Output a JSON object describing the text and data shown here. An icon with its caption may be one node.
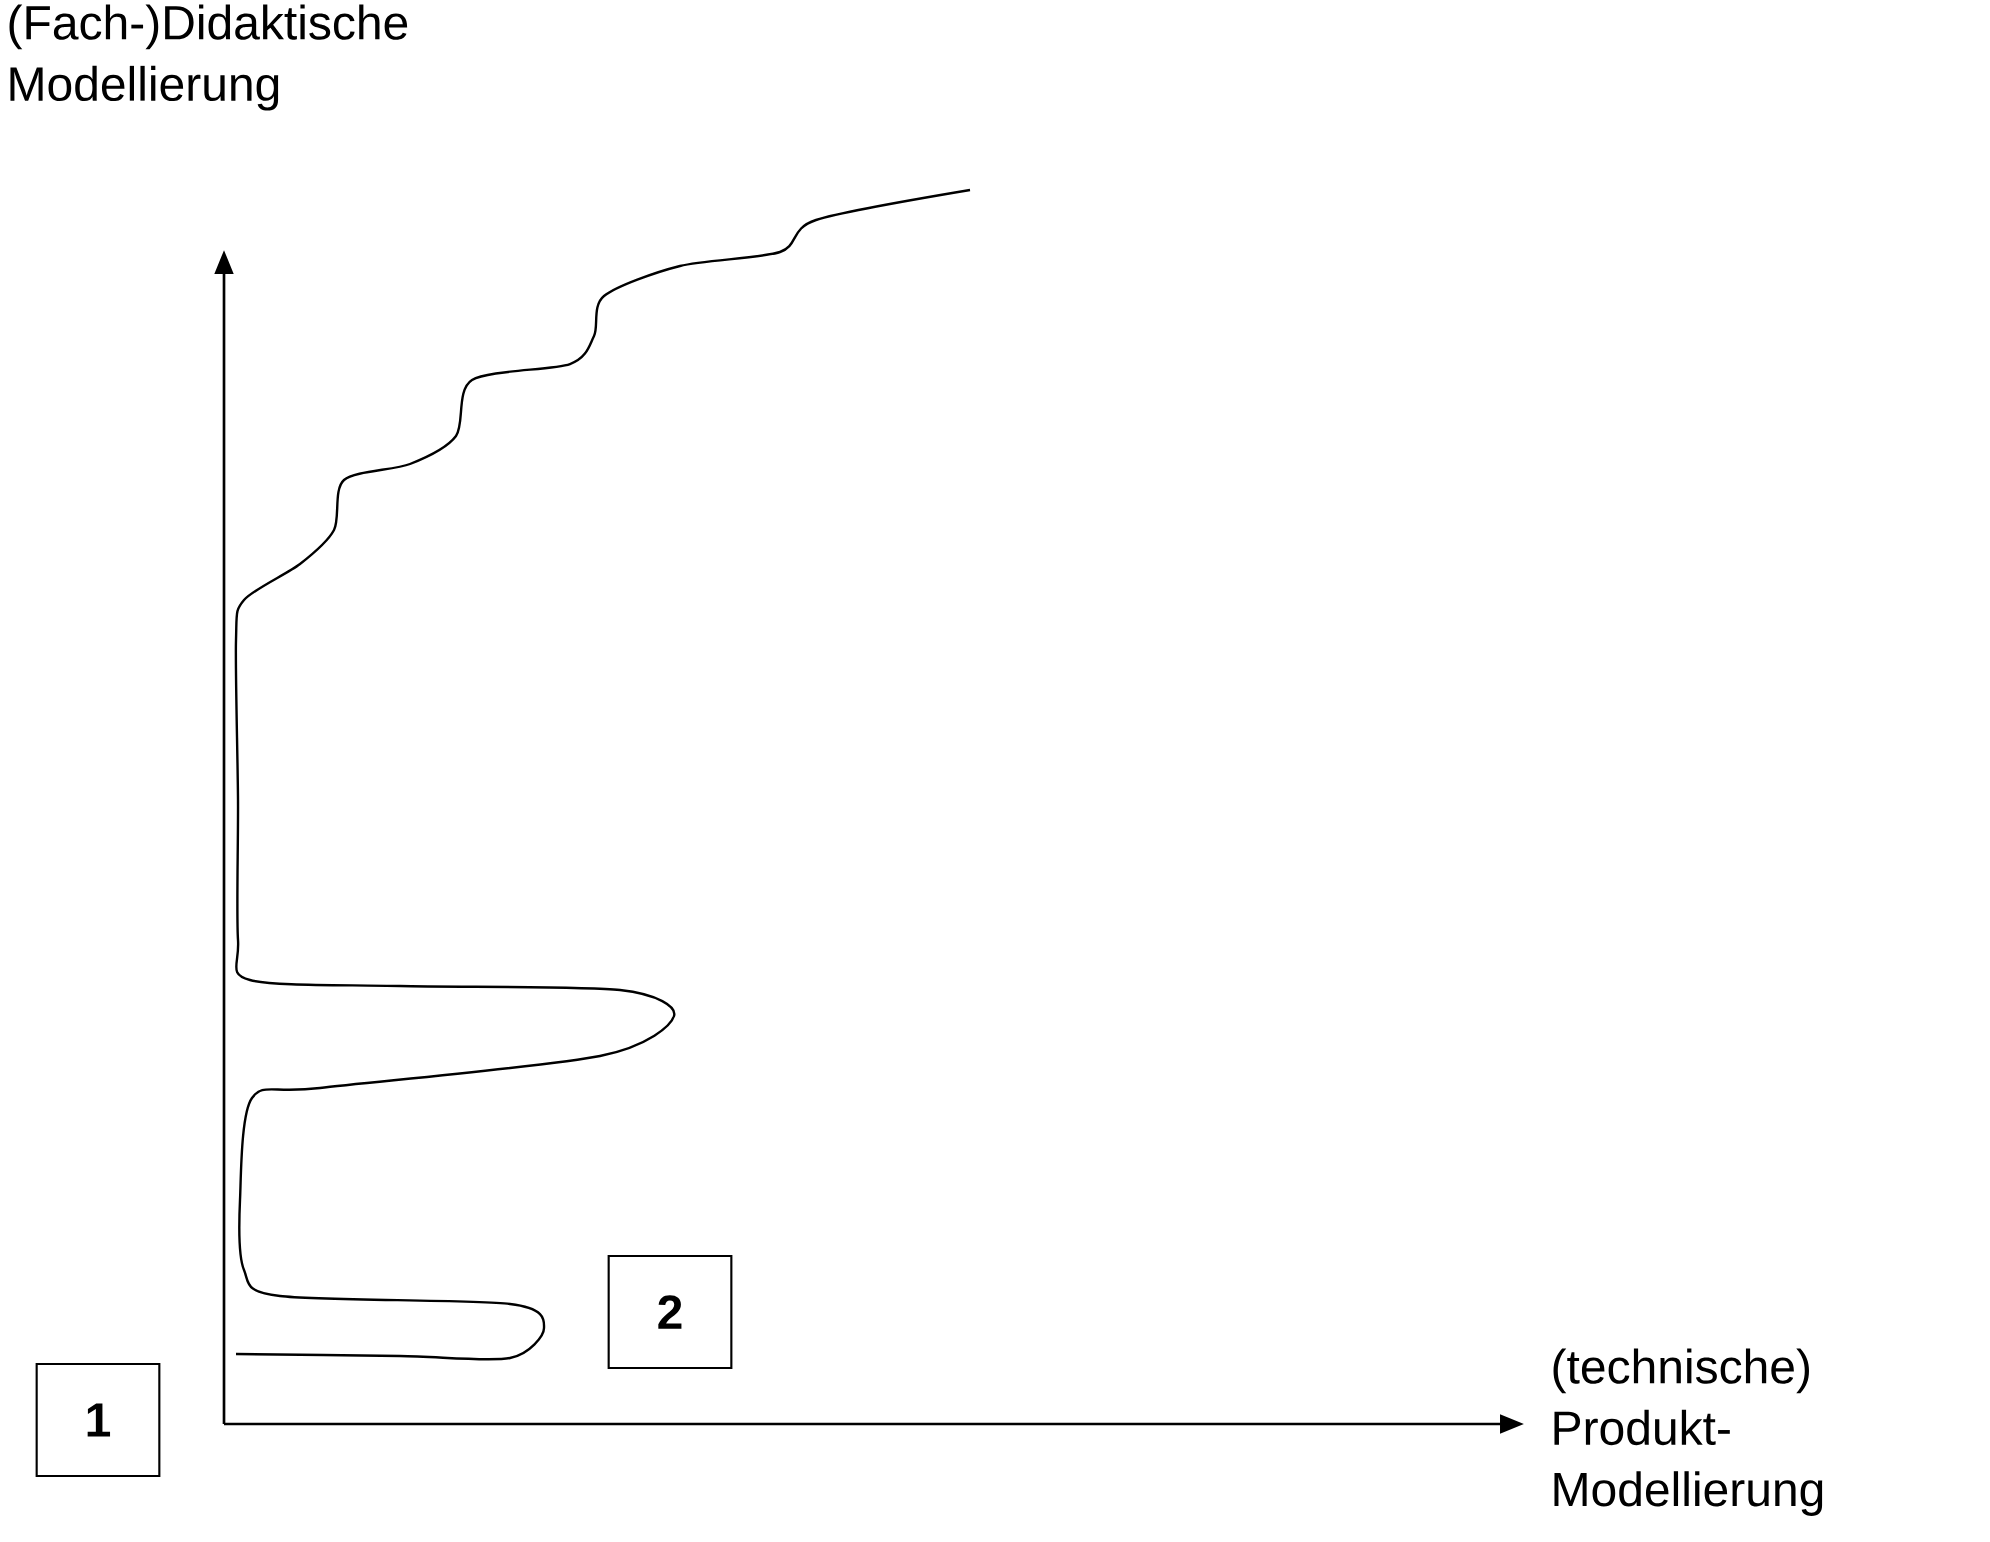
{
  "diagram": {
    "nodes": [
      {
        "text": [
          "1"
        ]
      },
      {
        "text": [
          "2"
        ]
      }
    ],
    "labels": [
      "(Fach-)Didaktische Modellierung",
      "(technische) Produkt- Modellierung"
    ]
  }
}
